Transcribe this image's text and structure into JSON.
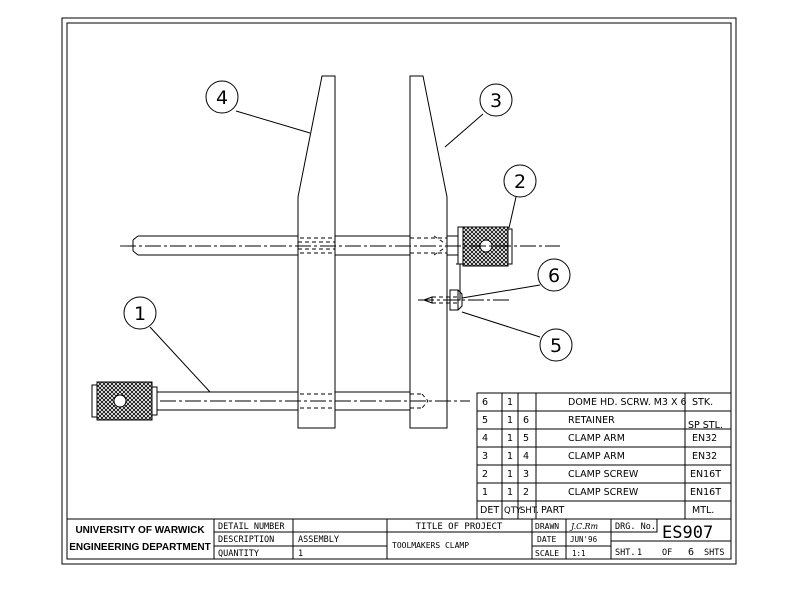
{
  "balloons": [
    {
      "id": "1"
    },
    {
      "id": "2"
    },
    {
      "id": "3"
    },
    {
      "id": "4"
    },
    {
      "id": "5"
    },
    {
      "id": "6"
    }
  ],
  "parts_list": {
    "headers": {
      "det": "DET",
      "qty": "QTY.",
      "sht": "SHT.",
      "part": "PART",
      "mtl": "MTL."
    },
    "rows": [
      {
        "det": "6",
        "qty": "1",
        "sht": "",
        "part": "DOME HD. SCRW. M3 X 6",
        "mtl": "STK."
      },
      {
        "det": "5",
        "qty": "1",
        "sht": "6",
        "part": "RETAINER",
        "mtl": "SP STL."
      },
      {
        "det": "4",
        "qty": "1",
        "sht": "5",
        "part": "CLAMP ARM",
        "mtl": "EN32"
      },
      {
        "det": "3",
        "qty": "1",
        "sht": "4",
        "part": "CLAMP ARM",
        "mtl": "EN32"
      },
      {
        "det": "2",
        "qty": "1",
        "sht": "3",
        "part": "CLAMP SCREW",
        "mtl": "EN16T"
      },
      {
        "det": "1",
        "qty": "1",
        "sht": "2",
        "part": "CLAMP SCREW",
        "mtl": "EN16T"
      }
    ]
  },
  "title_block": {
    "university": "UNIVERSITY OF WARWICK",
    "department": "ENGINEERING DEPARTMENT",
    "detail_number_label": "DETAIL NUMBER",
    "detail_number_value": "",
    "description_label": "DESCRIPTION",
    "description_value": "ASSEMBLY",
    "quantity_label": "QUANTITY",
    "quantity_value": "1",
    "project_label": "TITLE OF PROJECT",
    "project_value": "TOOLMAKERS CLAMP",
    "drawn_label": "DRAWN",
    "drawn_value": "J.C.Rm",
    "date_label": "DATE",
    "date_value": "JUN'96",
    "scale_label": "SCALE",
    "scale_value": "1:1",
    "drg_no_label": "DRG. No.",
    "drg_no_value": "ES907",
    "sheet_label": "SHT.",
    "sheet_value": "1",
    "of_label": "OF",
    "of_value": "6",
    "shts_label": "SHTS"
  }
}
